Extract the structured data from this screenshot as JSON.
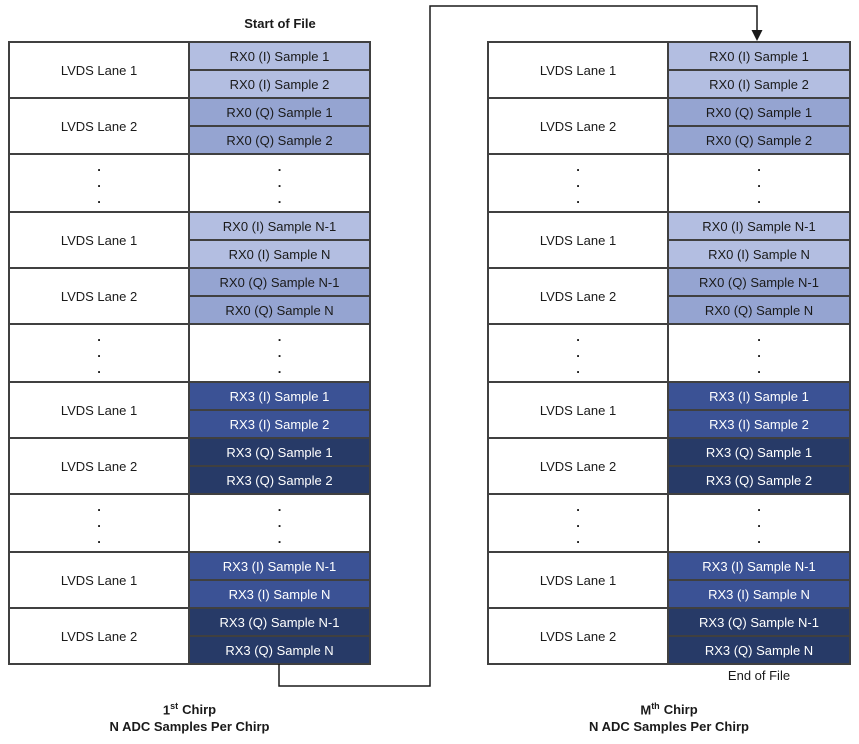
{
  "labels": {
    "start_of_file": "Start of File",
    "end_of_file": "End of File"
  },
  "colors": {
    "rx0i": "#b3bee1",
    "rx0q": "#95a4d1",
    "rx3i": "#3b5295",
    "rx3q": "#273a67",
    "light_text": "#ffffff",
    "dark_text": "#1a1a1a",
    "border": "#404040",
    "arrow": "#1a1a1a"
  },
  "dots": [
    ".",
    ".",
    "."
  ],
  "tables": [
    {
      "name": "first-chirp-table",
      "caption": {
        "base": "1",
        "sup": "st",
        "word": "Chirp",
        "line2": "N ADC Samples Per Chirp"
      },
      "rows": [
        {
          "type": "group",
          "lane": "LVDS Lane 1",
          "style": "rx0i",
          "text": "dark",
          "cells": [
            "RX0 (I) Sample 1",
            "RX0 (I) Sample 2"
          ]
        },
        {
          "type": "group",
          "lane": "LVDS Lane 2",
          "style": "rx0q",
          "text": "dark",
          "cells": [
            "RX0 (Q) Sample 1",
            "RX0 (Q) Sample 2"
          ]
        },
        {
          "type": "dots"
        },
        {
          "type": "group",
          "lane": "LVDS Lane 1",
          "style": "rx0i",
          "text": "dark",
          "cells": [
            "RX0 (I) Sample N-1",
            "RX0 (I) Sample N"
          ]
        },
        {
          "type": "group",
          "lane": "LVDS Lane 2",
          "style": "rx0q",
          "text": "dark",
          "cells": [
            "RX0 (Q) Sample N-1",
            "RX0 (Q) Sample N"
          ]
        },
        {
          "type": "dots"
        },
        {
          "type": "group",
          "lane": "LVDS Lane 1",
          "style": "rx3i",
          "text": "light",
          "cells": [
            "RX3 (I) Sample 1",
            "RX3 (I) Sample 2"
          ]
        },
        {
          "type": "group",
          "lane": "LVDS Lane 2",
          "style": "rx3q",
          "text": "light",
          "cells": [
            "RX3 (Q) Sample 1",
            "RX3 (Q) Sample 2"
          ]
        },
        {
          "type": "dots"
        },
        {
          "type": "group",
          "lane": "LVDS Lane 1",
          "style": "rx3i",
          "text": "light",
          "cells": [
            "RX3 (I) Sample N-1",
            "RX3 (I) Sample N"
          ]
        },
        {
          "type": "group",
          "lane": "LVDS Lane 2",
          "style": "rx3q",
          "text": "light",
          "cells": [
            "RX3 (Q) Sample N-1",
            "RX3 (Q) Sample N"
          ]
        }
      ]
    },
    {
      "name": "mth-chirp-table",
      "caption": {
        "base": "M",
        "sup": "th",
        "word": "Chirp",
        "line2": "N ADC Samples Per Chirp"
      },
      "rows": [
        {
          "type": "group",
          "lane": "LVDS Lane 1",
          "style": "rx0i",
          "text": "dark",
          "cells": [
            "RX0 (I) Sample 1",
            "RX0 (I) Sample 2"
          ]
        },
        {
          "type": "group",
          "lane": "LVDS Lane 2",
          "style": "rx0q",
          "text": "dark",
          "cells": [
            "RX0 (Q) Sample 1",
            "RX0 (Q) Sample 2"
          ]
        },
        {
          "type": "dots"
        },
        {
          "type": "group",
          "lane": "LVDS Lane 1",
          "style": "rx0i",
          "text": "dark",
          "cells": [
            "RX0 (I) Sample N-1",
            "RX0 (I) Sample N"
          ]
        },
        {
          "type": "group",
          "lane": "LVDS Lane 2",
          "style": "rx0q",
          "text": "dark",
          "cells": [
            "RX0 (Q) Sample N-1",
            "RX0 (Q) Sample N"
          ]
        },
        {
          "type": "dots"
        },
        {
          "type": "group",
          "lane": "LVDS Lane 1",
          "style": "rx3i",
          "text": "light",
          "cells": [
            "RX3 (I) Sample 1",
            "RX3 (I) Sample 2"
          ]
        },
        {
          "type": "group",
          "lane": "LVDS Lane 2",
          "style": "rx3q",
          "text": "light",
          "cells": [
            "RX3 (Q) Sample 1",
            "RX3 (Q) Sample 2"
          ]
        },
        {
          "type": "dots"
        },
        {
          "type": "group",
          "lane": "LVDS Lane 1",
          "style": "rx3i",
          "text": "light",
          "cells": [
            "RX3 (I) Sample N-1",
            "RX3 (I) Sample N"
          ]
        },
        {
          "type": "group",
          "lane": "LVDS Lane 2",
          "style": "rx3q",
          "text": "light",
          "cells": [
            "RX3 (Q) Sample N-1",
            "RX3 (Q) Sample N"
          ]
        }
      ]
    }
  ]
}
